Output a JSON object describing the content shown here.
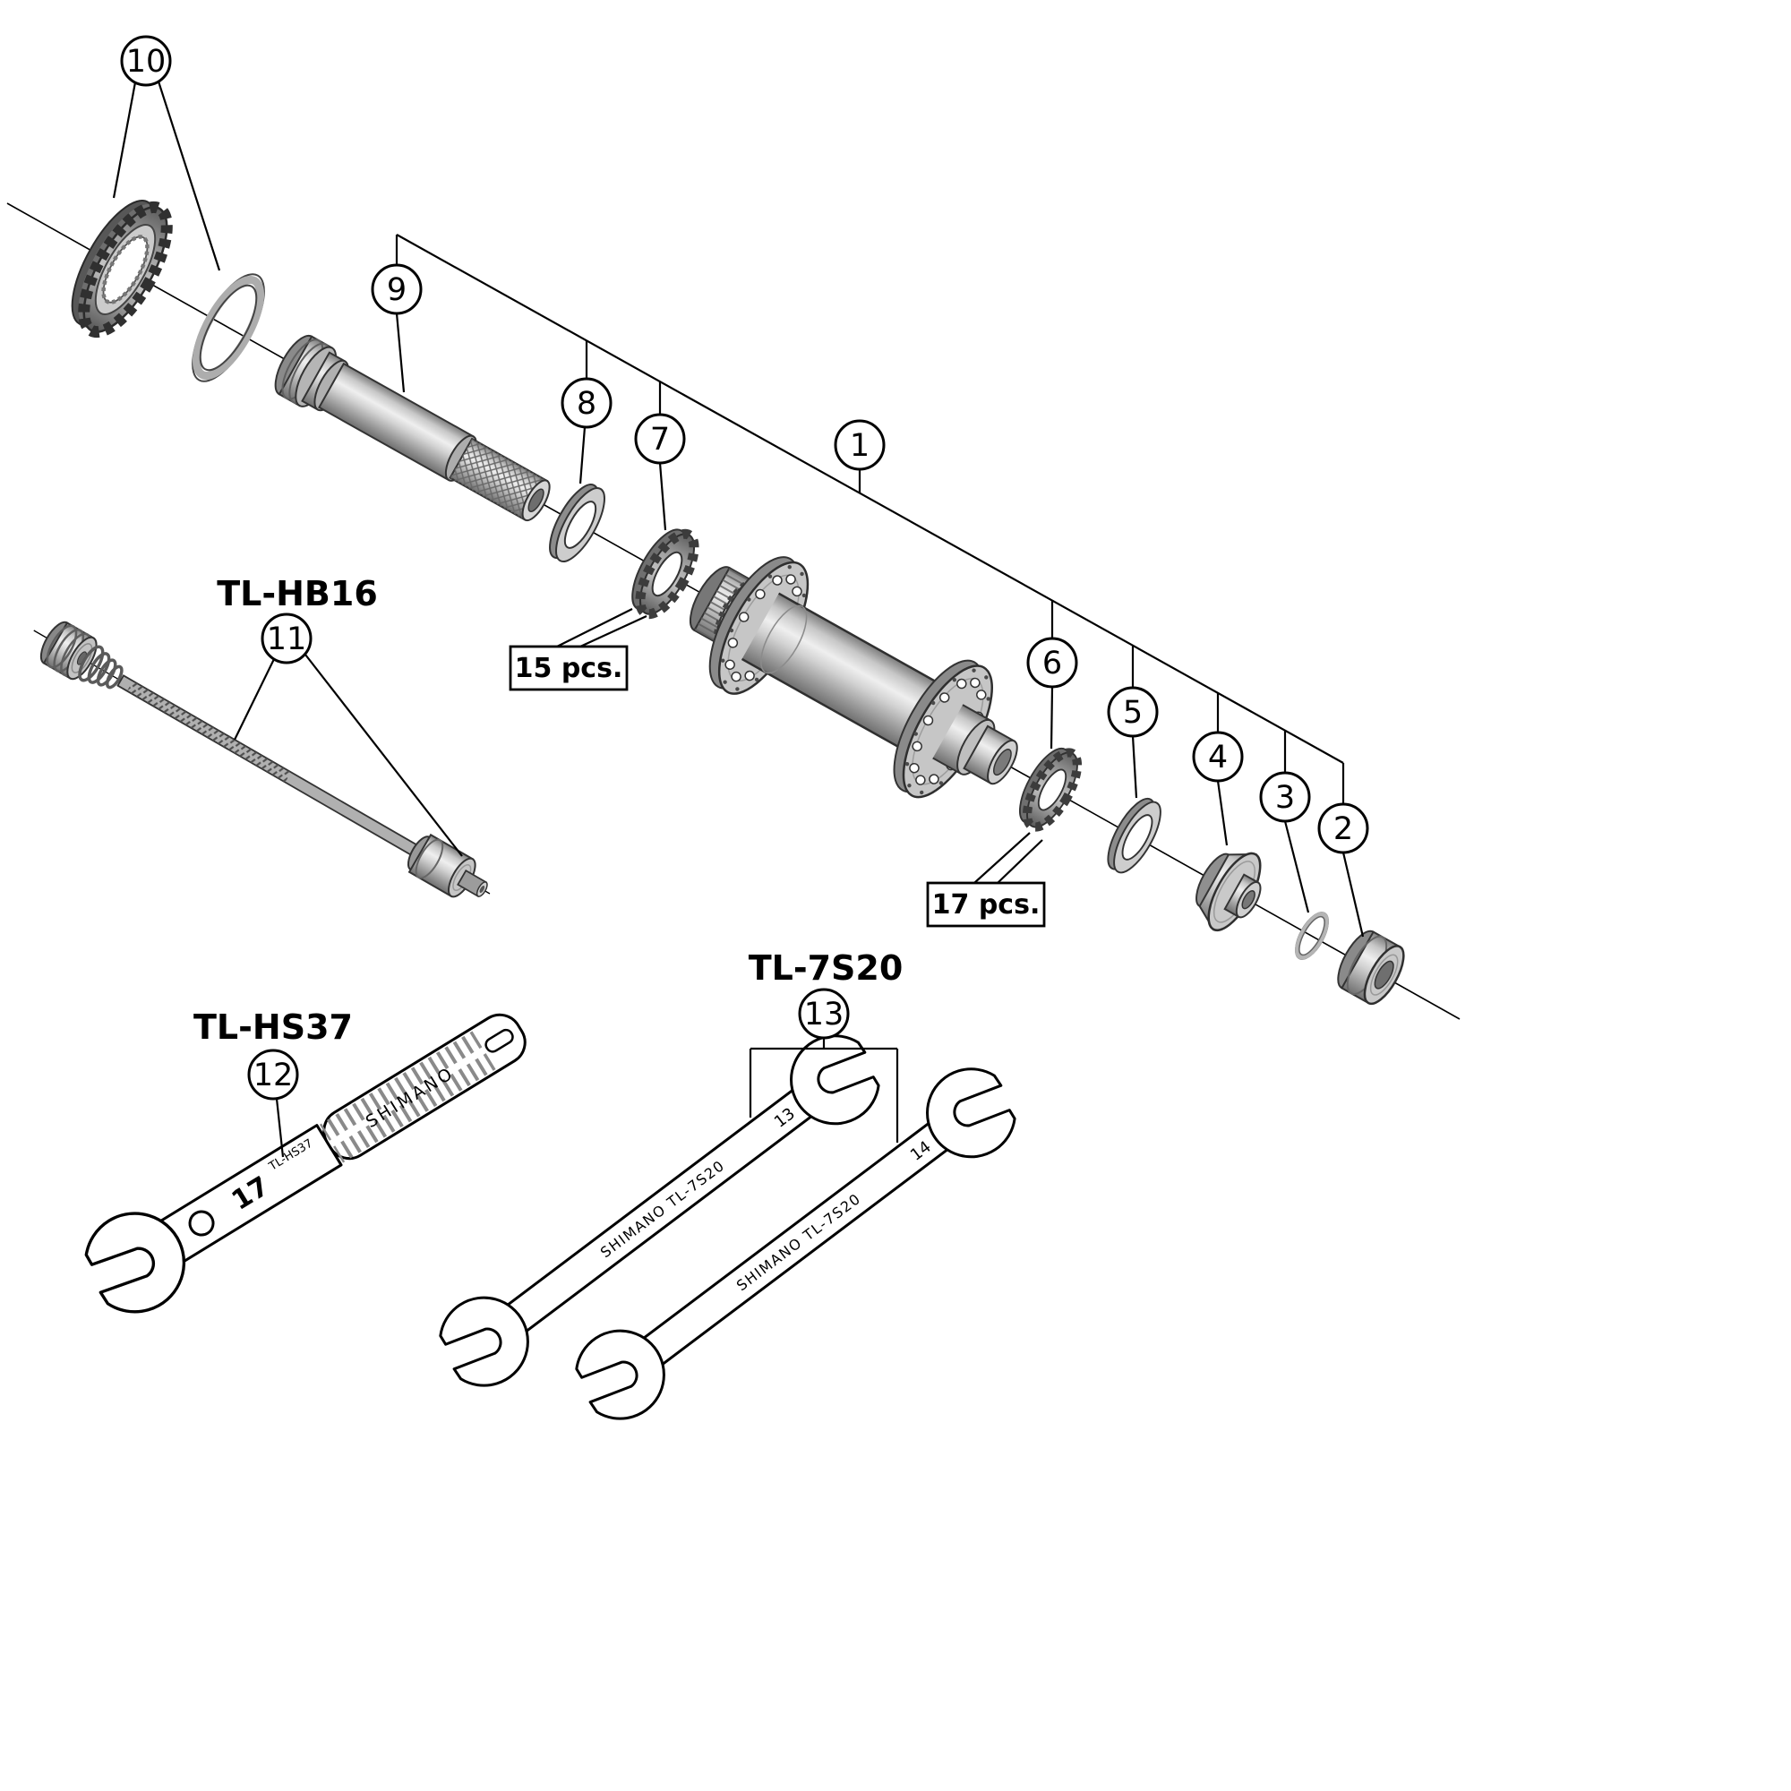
{
  "figure": {
    "callouts": {
      "1": "1",
      "2": "2",
      "3": "3",
      "4": "4",
      "5": "5",
      "6": "6",
      "7": "7",
      "8": "8",
      "9": "9",
      "10": "10",
      "11": "11",
      "12": "12",
      "13": "13"
    },
    "quantity_boxes": {
      "retainer_top": "15 pcs.",
      "retainer_bottom": "17 pcs."
    },
    "tool_labels": {
      "skewer": "TL-HB16",
      "cone_wrench": "TL-HS37",
      "wrench_set": "TL-7S20"
    },
    "markings": {
      "hs37_size": "17",
      "hs37_brand": "SHIMANO",
      "hs37_model": "TL-HS37",
      "s720_a_text": "SHIMANO TL-7S20",
      "s720_a_size": "13",
      "s720_b_text": "SHIMANO TL-7S20",
      "s720_b_size": "14"
    }
  }
}
